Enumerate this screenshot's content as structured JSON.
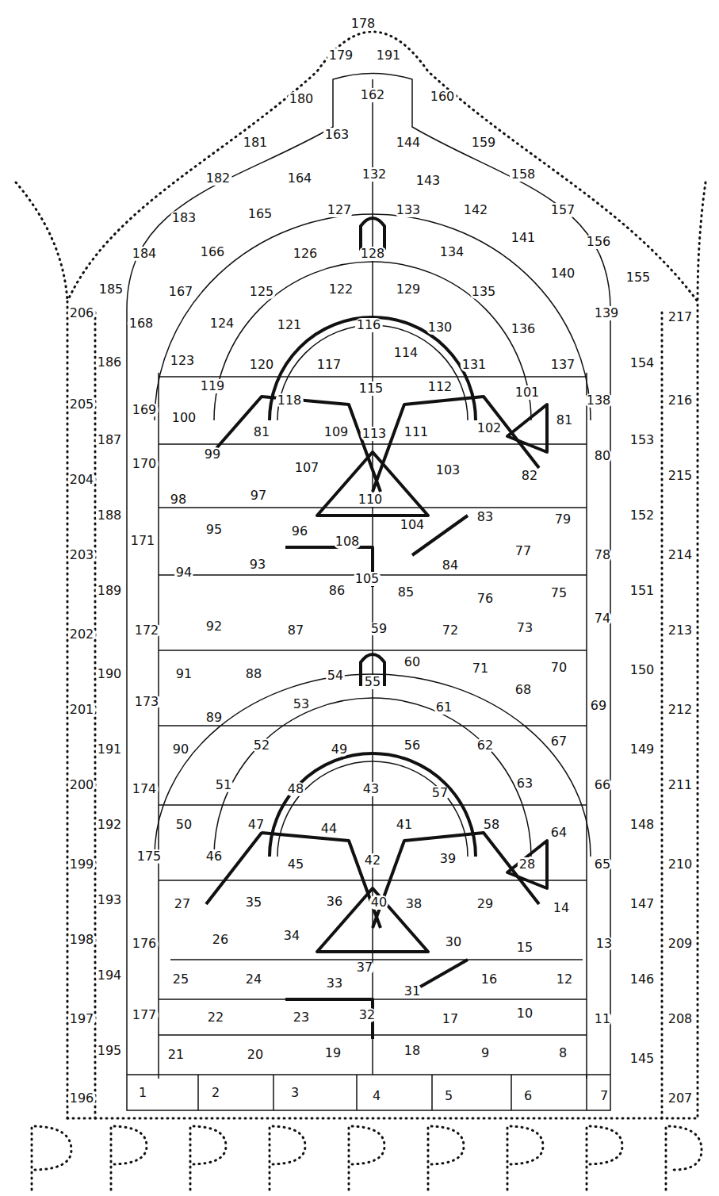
{
  "diagram": {
    "labels": [
      "1",
      "2",
      "3",
      "4",
      "5",
      "6",
      "7",
      "8",
      "9",
      "10",
      "11",
      "12",
      "13",
      "14",
      "15",
      "16",
      "17",
      "18",
      "19",
      "20",
      "21",
      "22",
      "23",
      "24",
      "25",
      "26",
      "27",
      "28",
      "29",
      "30",
      "31",
      "32",
      "33",
      "34",
      "35",
      "36",
      "37",
      "38",
      "39",
      "40",
      "41",
      "42",
      "43",
      "44",
      "45",
      "46",
      "47",
      "48",
      "49",
      "50",
      "51",
      "52",
      "53",
      "54",
      "55",
      "56",
      "57",
      "58",
      "59",
      "60",
      "61",
      "62",
      "63",
      "64",
      "65",
      "66",
      "67",
      "68",
      "69",
      "70",
      "71",
      "72",
      "73",
      "74",
      "75",
      "76",
      "77",
      "78",
      "79",
      "80",
      "81",
      "82",
      "83",
      "84",
      "85",
      "86",
      "87",
      "88",
      "89",
      "90",
      "91",
      "92",
      "93",
      "94",
      "95",
      "96",
      "97",
      "98",
      "99",
      "100",
      "101",
      "102",
      "103",
      "104",
      "105",
      "108",
      "107",
      "109",
      "110",
      "111",
      "112",
      "113",
      "114",
      "115",
      "116",
      "117",
      "118",
      "119",
      "120",
      "121",
      "122",
      "123",
      "124",
      "125",
      "126",
      "127",
      "128",
      "129",
      "130",
      "131",
      "132",
      "133",
      "134",
      "135",
      "136",
      "137",
      "138",
      "139",
      "140",
      "141",
      "142",
      "143",
      "144",
      "145",
      "146",
      "147",
      "148",
      "149",
      "150",
      "151",
      "152",
      "153",
      "154",
      "155",
      "156",
      "157",
      "158",
      "159",
      "160",
      "191",
      "162",
      "163",
      "164",
      "165",
      "166",
      "167",
      "168",
      "169",
      "170",
      "171",
      "172",
      "173",
      "174",
      "175",
      "176",
      "177",
      "178",
      "179",
      "180",
      "181",
      "182",
      "183",
      "184",
      "185",
      "186",
      "187",
      "188",
      "189",
      "190",
      "191",
      "192",
      "193",
      "194",
      "195",
      "196",
      "197",
      "198",
      "199",
      "200",
      "201",
      "202",
      "203",
      "204",
      "205",
      "206",
      "207",
      "208",
      "209",
      "210",
      "211",
      "212",
      "213",
      "214",
      "215",
      "216",
      "217",
      "81"
    ]
  }
}
